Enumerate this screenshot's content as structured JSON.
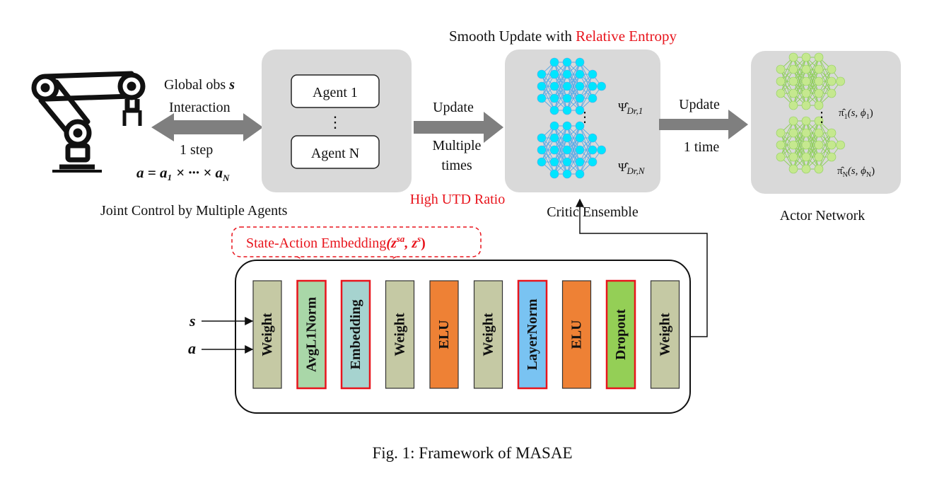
{
  "titles": {
    "smooth_update_prefix": "Smooth Update with ",
    "smooth_update_highlight": "Relative Entropy",
    "joint_control": "Joint Control by Multiple Agents",
    "high_utd": "High UTD Ratio",
    "critic_ensemble": "Critic Ensemble",
    "actor_network": "Actor Network",
    "embedding_callout": "State-Action Embedding",
    "caption": "Fig. 1: Framework of MASAE"
  },
  "labels": {
    "global_obs": "Global obs",
    "s_symbol": "s",
    "interaction": "Interaction",
    "one_step": "1 step",
    "action_eq": "a = a₁ × ··· × a",
    "action_eq_sub": "N",
    "update_1": "Update",
    "multiple": "Multiple",
    "times": "times",
    "update_2": "Update",
    "one_time": "1 time",
    "input_s": "s",
    "input_a": "a",
    "callout_args": "(z",
    "callout_sa": "sa",
    "callout_comma": ", z",
    "callout_s": "s",
    "callout_close": ")"
  },
  "agents": {
    "agent_first": "Agent 1",
    "agent_dots": "⋮",
    "agent_last": "Agent N"
  },
  "critics": {
    "first_main": "Ψ̂",
    "first_sub": "Dr,1",
    "last_main": "Ψ̂",
    "last_sub": "Dr,N",
    "dots": "⋮"
  },
  "actors": {
    "first_main": "π̂",
    "first_sub": "1",
    "first_args": "(s, ϕ",
    "first_args_sub": "1",
    "last_main": "π̂",
    "last_sub": "N",
    "last_args": "(s, ϕ",
    "last_args_sub": "N",
    "dots": "⋮"
  },
  "layers": [
    {
      "label": "Weight",
      "fill": "#c5c9a4",
      "border": "#333333"
    },
    {
      "label": "AvgL1Norm",
      "fill": "#a9d7a8",
      "border": "#e8141c"
    },
    {
      "label": "Embedding",
      "fill": "#a6d3cf",
      "border": "#e8141c"
    },
    {
      "label": "Weight",
      "fill": "#c5c9a4",
      "border": "#333333"
    },
    {
      "label": "ELU",
      "fill": "#ee8135",
      "border": "#333333"
    },
    {
      "label": "Weight",
      "fill": "#c5c9a4",
      "border": "#333333"
    },
    {
      "label": "LayerNorm",
      "fill": "#79c3f2",
      "border": "#e8141c"
    },
    {
      "label": "ELU",
      "fill": "#ee8135",
      "border": "#333333"
    },
    {
      "label": "Dropout",
      "fill": "#94cf56",
      "border": "#e8141c"
    },
    {
      "label": "Weight",
      "fill": "#c5c9a4",
      "border": "#333333"
    }
  ],
  "colors": {
    "panel": "#d9d9d9",
    "arrow": "#7f7f7f",
    "critic_node": "#00e5ff",
    "critic_edge": "#5aa9e6",
    "actor_node": "#c5e88f",
    "actor_edge": "#8fcf5a",
    "highlight": "#e8141c"
  }
}
